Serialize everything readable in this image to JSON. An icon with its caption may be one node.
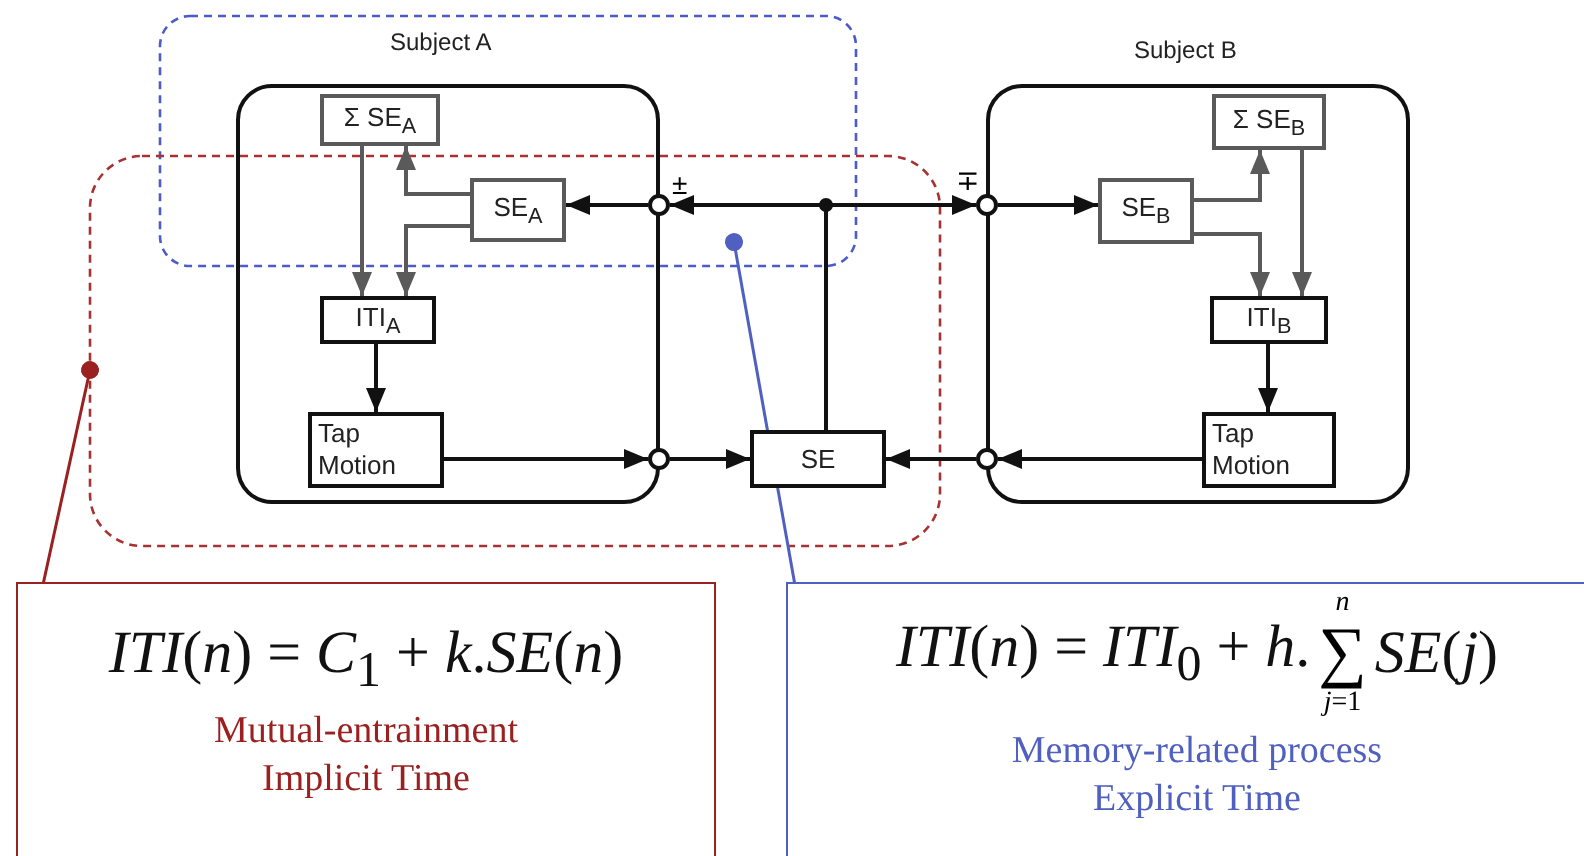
{
  "diagram": {
    "nodes": [
      {
        "text": [
          "Subject A"
        ]
      },
      {
        "text": [
          "Σ SE$_{A}$"
        ],
        "in": 0
      },
      {
        "text": [
          "SE$_{A}$"
        ],
        "in": 0
      },
      {
        "text": [
          "ITI$_{A}$"
        ],
        "in": 0
      },
      {
        "text": [
          "Tap Motion"
        ],
        "in": 0
      },
      {
        "text": [
          "Subject B"
        ]
      },
      {
        "text": [
          "Σ SE$_{B}$"
        ],
        "in": 5
      },
      {
        "text": [
          "SE$_{B}$"
        ],
        "in": 5
      },
      {
        "text": [
          "ITI$_{B}$"
        ],
        "in": 5
      },
      {
        "text": [
          "Tap Motion"
        ],
        "in": 5
      },
      {
        "text": [
          "SE"
        ]
      },
      {
        "text": [],
        "shape": "circle"
      },
      {
        "text": [],
        "shape": "circle"
      },
      {
        "text": [],
        "shape": "circle"
      },
      {
        "text": [],
        "shape": "circle"
      },
      {
        "text": [
          "*ITI*(*n*) = *C*$_{1}$ + *k*.*SE*(*n*)",
          "Mutual-entrainment",
          "Implicit Time"
        ]
      },
      {
        "text": [
          "*ITI*(*n*) = *ITI*$_{0}$ + *h*.",
          "*n*",
          "∑",
          "*j*=1",
          "*SE*(*j*)",
          "Memory-related process",
          "Explicit Time"
        ]
      }
    ],
    "edges": [
      {
        "from": 1,
        "to": 3,
        "arrow": "to",
        "color": "#5a5a5a"
      },
      {
        "from": 2,
        "to": 1,
        "arrow": "to",
        "color": "#5a5a5a"
      },
      {
        "from": 2,
        "to": 3,
        "arrow": "to",
        "color": "#5a5a5a"
      },
      {
        "from": 3,
        "to": 4,
        "arrow": "to"
      },
      {
        "from": 4,
        "to": 13,
        "arrow": "to"
      },
      {
        "from": 13,
        "to": 10,
        "arrow": "to"
      },
      {
        "from": 10,
        "to": 11,
        "arrow": "to"
      },
      {
        "from": 10,
        "to": 12,
        "arrow": "to"
      },
      {
        "from": 11,
        "to": 2,
        "arrow": "to"
      },
      {
        "from": 12,
        "to": 7,
        "arrow": "to"
      },
      {
        "from": 7,
        "to": 6,
        "arrow": "to",
        "color": "#5a5a5a"
      },
      {
        "from": 7,
        "to": 8,
        "arrow": "to",
        "color": "#5a5a5a"
      },
      {
        "from": 6,
        "to": 8,
        "arrow": "to",
        "color": "#5a5a5a"
      },
      {
        "from": 8,
        "to": 9,
        "arrow": "to"
      },
      {
        "from": 9,
        "to": 14,
        "arrow": "to"
      },
      {
        "from": 14,
        "to": 10,
        "arrow": "to"
      },
      {
        "from": null,
        "to": 15,
        "arrow": "other",
        "color": "#9b2020"
      },
      {
        "from": null,
        "to": 16,
        "arrow": "other",
        "color": "#5060c0"
      }
    ],
    "labels": [
      "±",
      "∓"
    ]
  }
}
